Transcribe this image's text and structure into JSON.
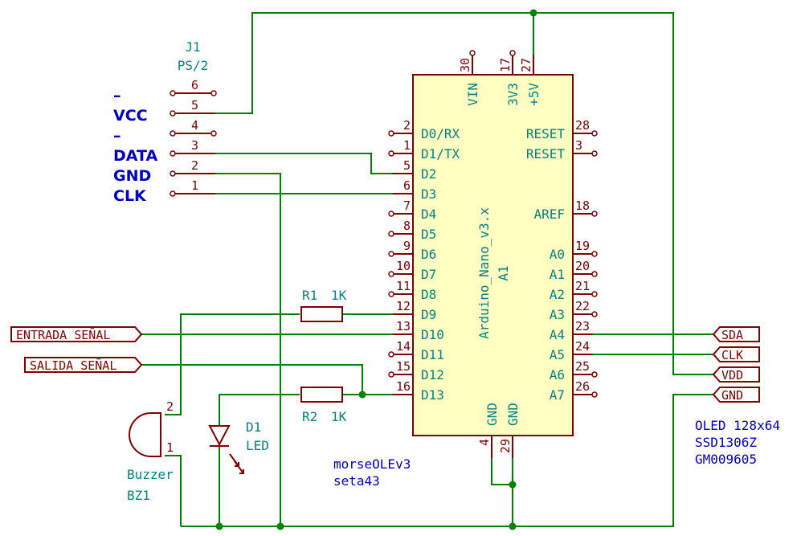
{
  "colors": {
    "wire": "#008400",
    "pin": "#840000",
    "body_fill": "#ffffc2",
    "ref_text": "#008484",
    "blue_text": "#0000c2",
    "note_text": "#0000c2",
    "background": "#ffffff"
  },
  "connector": {
    "ref": "J1",
    "value": "PS/2",
    "pins": [
      {
        "num": "6",
        "signal": "–"
      },
      {
        "num": "5",
        "signal": "VCC"
      },
      {
        "num": "4",
        "signal": "–"
      },
      {
        "num": "3",
        "signal": "DATA"
      },
      {
        "num": "2",
        "signal": "GND"
      },
      {
        "num": "1",
        "signal": "CLK"
      }
    ]
  },
  "mcu": {
    "value": "Arduino_Nano_v3.x",
    "ref": "A1",
    "left_pins": [
      {
        "num": "2",
        "name": "D0/RX"
      },
      {
        "num": "1",
        "name": "D1/TX"
      },
      {
        "num": "5",
        "name": "D2"
      },
      {
        "num": "6",
        "name": "D3"
      },
      {
        "num": "7",
        "name": "D4"
      },
      {
        "num": "8",
        "name": "D5"
      },
      {
        "num": "9",
        "name": "D6"
      },
      {
        "num": "10",
        "name": "D7"
      },
      {
        "num": "11",
        "name": "D8"
      },
      {
        "num": "12",
        "name": "D9"
      },
      {
        "num": "13",
        "name": "D10"
      },
      {
        "num": "14",
        "name": "D11"
      },
      {
        "num": "15",
        "name": "D12"
      },
      {
        "num": "16",
        "name": "D13"
      }
    ],
    "right_pins": [
      {
        "num": "28",
        "name": "RESET"
      },
      {
        "num": "3",
        "name": "RESET"
      },
      {
        "num": "18",
        "name": "AREF"
      },
      {
        "num": "19",
        "name": "A0"
      },
      {
        "num": "20",
        "name": "A1"
      },
      {
        "num": "21",
        "name": "A2"
      },
      {
        "num": "22",
        "name": "A3"
      },
      {
        "num": "23",
        "name": "A4"
      },
      {
        "num": "24",
        "name": "A5"
      },
      {
        "num": "25",
        "name": "A6"
      },
      {
        "num": "26",
        "name": "A7"
      }
    ],
    "top_pins": [
      {
        "num": "30",
        "name": "VIN"
      },
      {
        "num": "17",
        "name": "3V3"
      },
      {
        "num": "27",
        "name": "+5V"
      }
    ],
    "bottom_pins": [
      {
        "num": "4",
        "name": "GND"
      },
      {
        "num": "29",
        "name": "GND"
      }
    ]
  },
  "resistors": [
    {
      "ref": "R1",
      "value": "1K"
    },
    {
      "ref": "R2",
      "value": "1K"
    }
  ],
  "led": {
    "ref": "D1",
    "value": "LED"
  },
  "buzzer": {
    "value": "Buzzer",
    "ref": "BZ1",
    "pin_plus": "2",
    "pin_minus": "1"
  },
  "global_labels": {
    "entrada": "ENTRADA_SEÑAL",
    "salida": "SALIDA_SEÑAL",
    "sda": "SDA",
    "clk": "CLK",
    "vdd": "VDD",
    "gnd": "GND"
  },
  "oled_note": [
    "OLED 128x64",
    "SSD1306Z",
    "GM009605"
  ],
  "project_note": [
    "morseOLEv3",
    "seta43"
  ]
}
